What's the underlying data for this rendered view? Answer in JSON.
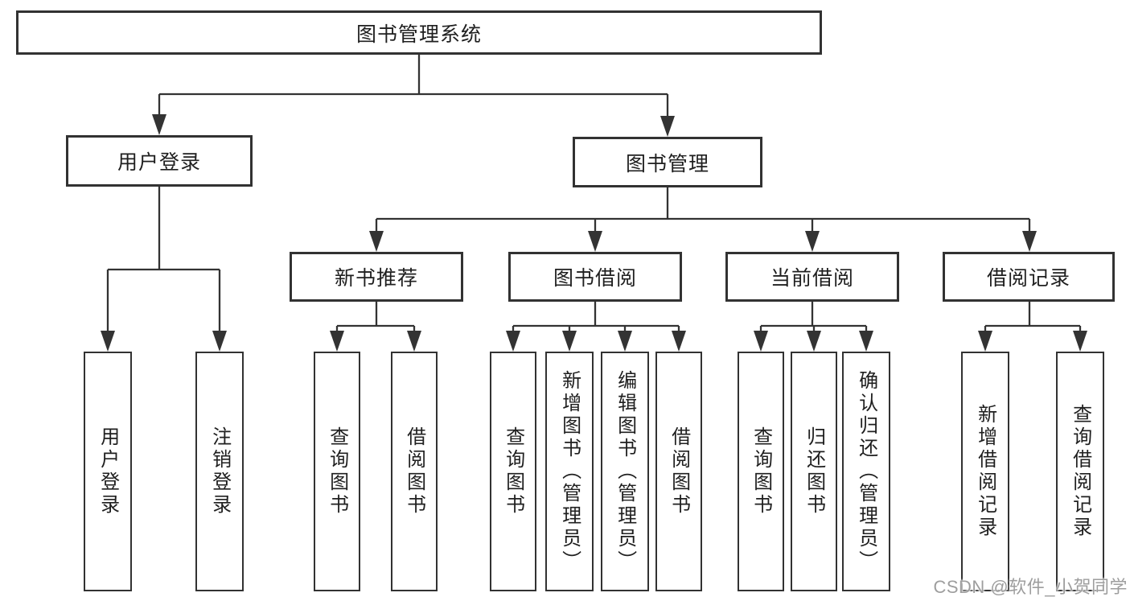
{
  "tree": {
    "root": {
      "label": "图书管理系统"
    },
    "branches": [
      {
        "label": "用户登录",
        "leaves": [
          {
            "label": "用户登录"
          },
          {
            "label": "注销登录"
          }
        ]
      },
      {
        "label": "图书管理",
        "sections": [
          {
            "label": "新书推荐",
            "leaves": [
              {
                "label": "查询图书"
              },
              {
                "label": "借阅图书"
              }
            ]
          },
          {
            "label": "图书借阅",
            "leaves": [
              {
                "label": "查询图书"
              },
              {
                "label": "新增图书（管理员）"
              },
              {
                "label": "编辑图书（管理员）"
              },
              {
                "label": "借阅图书"
              }
            ]
          },
          {
            "label": "当前借阅",
            "leaves": [
              {
                "label": "查询图书"
              },
              {
                "label": "归还图书"
              },
              {
                "label": "确认归还（管理员）"
              }
            ]
          },
          {
            "label": "借阅记录",
            "leaves": [
              {
                "label": "新增借阅记录"
              },
              {
                "label": "查询借阅记录"
              }
            ]
          }
        ]
      }
    ]
  },
  "colors": {
    "line": "#333333",
    "box_border": "#323232",
    "text": "#1f1f1f",
    "watermark": "#9e9e9e",
    "background": "#ffffff"
  },
  "watermark": {
    "text": "CSDN @软件_小贺同学"
  }
}
